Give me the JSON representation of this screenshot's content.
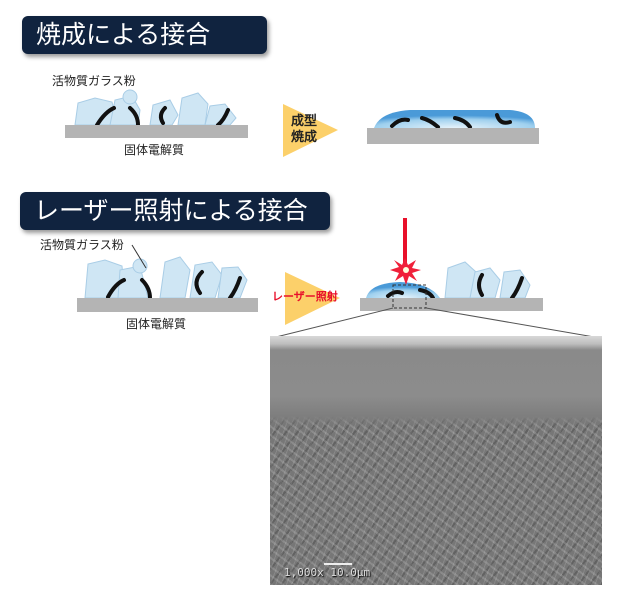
{
  "section1": {
    "title": "焼成による接合",
    "powder_label": "活物質ガラス粉",
    "substrate_label": "固体電解質",
    "arrow_label_line1": "成型",
    "arrow_label_line2": "焼成"
  },
  "section2": {
    "title": "レーザー照射による接合",
    "powder_label": "活物質ガラス粉",
    "substrate_label": "固体電解質",
    "arrow_label": "レーザー照射"
  },
  "sem": {
    "caption": "1,000x 10.0μm"
  },
  "colors": {
    "title_bg": "#10233f",
    "arrow": "#fcd06a",
    "laser": "#e8102a",
    "substrate": "#b4b4b4"
  }
}
